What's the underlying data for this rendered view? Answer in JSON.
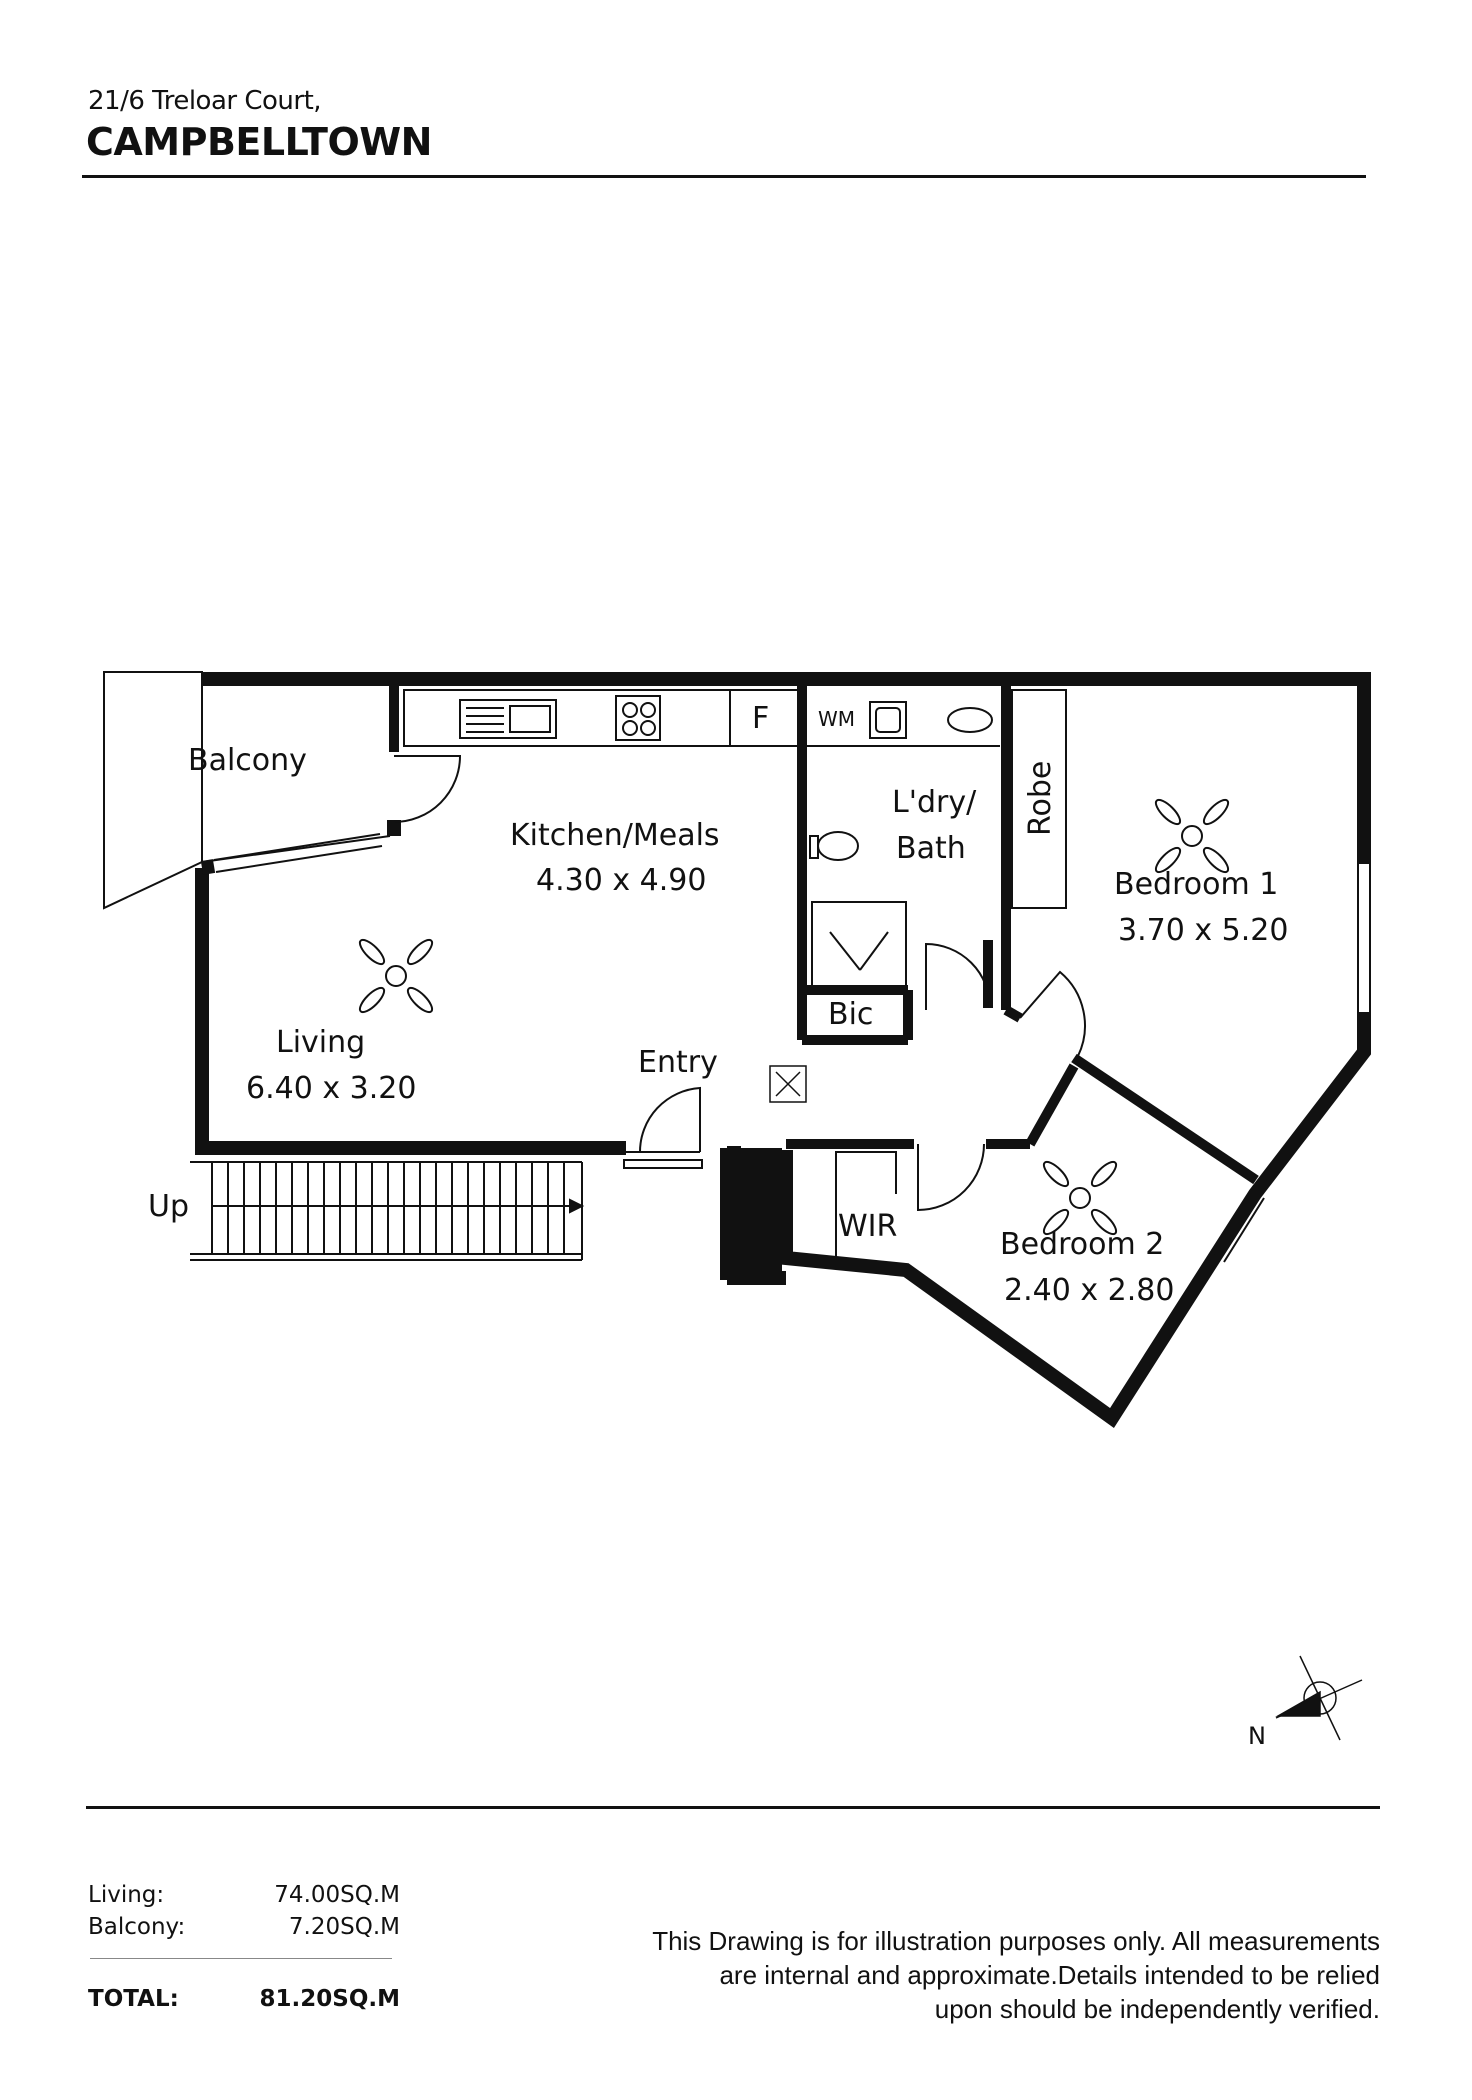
{
  "header": {
    "address": "21/6 Treloar Court,",
    "suburb": "CAMPBELLTOWN"
  },
  "plan": {
    "rooms": {
      "balcony": "Balcony",
      "kitchen_meals": "Kitchen/Meals",
      "kitchen_meals_dim": "4.30 x 4.90",
      "living": "Living",
      "living_dim": "6.40 x 3.20",
      "entry": "Entry",
      "laundry_bath_1": "L'dry/",
      "laundry_bath_2": "Bath",
      "bic": "Bic",
      "robe": "Robe",
      "bedroom1": "Bedroom 1",
      "bedroom1_dim": "3.70 x 5.20",
      "bedroom2": "Bedroom 2",
      "bedroom2_dim": "2.40 x 2.80",
      "wir": "WIR",
      "fridge": "F",
      "washing_machine": "WM",
      "stairs_up": "Up"
    },
    "compass_label": "N"
  },
  "areas": {
    "rows": [
      {
        "label": "Living:",
        "value": "74.00SQ.M"
      },
      {
        "label": "Balcony:",
        "value": "7.20SQ.M"
      }
    ],
    "total_label": "TOTAL:",
    "total_value": "81.20SQ.M"
  },
  "disclaimer": {
    "line1": "This Drawing is for illustration purposes only. All measurements",
    "line2": "are internal and approximate.Details intended to be relied",
    "line3": "upon should be independently verified."
  }
}
